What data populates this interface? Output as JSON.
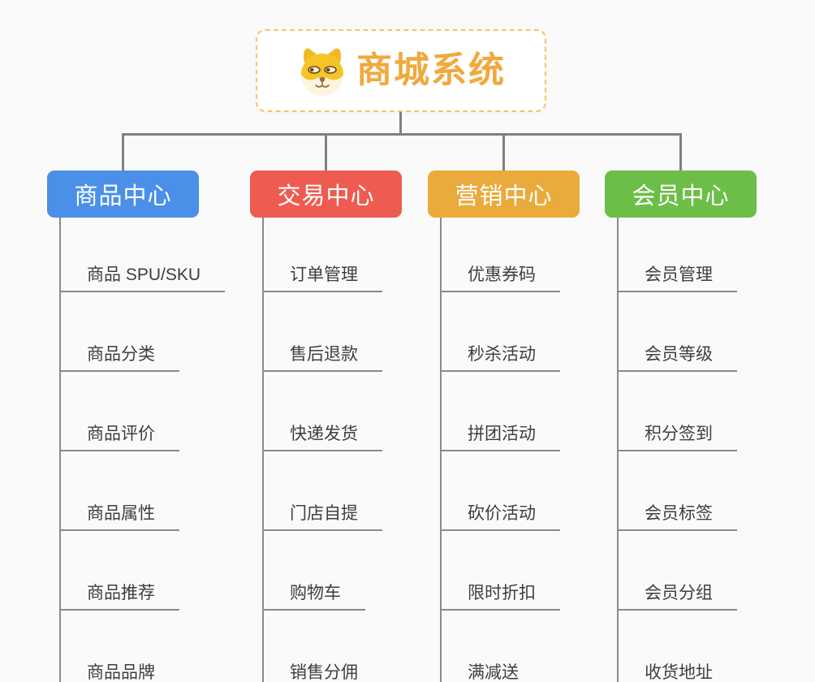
{
  "page": {
    "background": "#fafafa"
  },
  "root": {
    "title": "商城系统",
    "icon": "dog-face-icon",
    "title_color": "#f0a93c",
    "border_color": "#f6c46b",
    "background": "#ffffff"
  },
  "connectors": {
    "trunk_color": "#808080",
    "child_line_color": "#8a8a8a"
  },
  "branches": [
    {
      "id": "product-center",
      "label": "商品中心",
      "color": "#4a90e8",
      "text_color": "#ffffff",
      "children": [
        "商品 SPU/SKU",
        "商品分类",
        "商品评价",
        "商品属性",
        "商品推荐",
        "商品品牌"
      ]
    },
    {
      "id": "trade-center",
      "label": "交易中心",
      "color": "#ee5b51",
      "text_color": "#ffffff",
      "children": [
        "订单管理",
        "售后退款",
        "快递发货",
        "门店自提",
        "购物车",
        "销售分佣"
      ]
    },
    {
      "id": "marketing-center",
      "label": "营销中心",
      "color": "#eaaa3c",
      "text_color": "#ffffff",
      "children": [
        "优惠券码",
        "秒杀活动",
        "拼团活动",
        "砍价活动",
        "限时折扣",
        "满减送"
      ]
    },
    {
      "id": "member-center",
      "label": "会员中心",
      "color": "#6cbe48",
      "text_color": "#ffffff",
      "children": [
        "会员管理",
        "会员等级",
        "积分签到",
        "会员标签",
        "会员分组",
        "收货地址"
      ]
    }
  ]
}
